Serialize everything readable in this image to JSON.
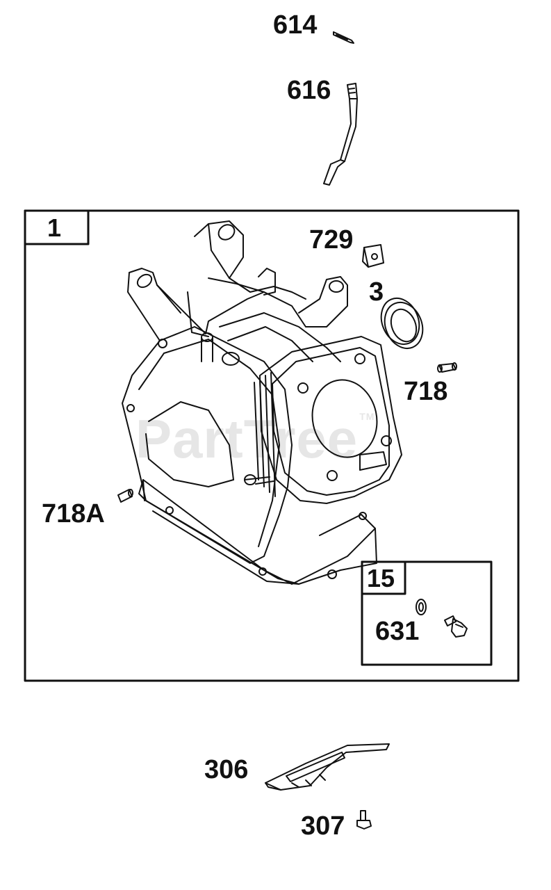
{
  "watermark": {
    "text": "PartTree",
    "mark": "TM"
  },
  "groups": [
    {
      "id": "group-1",
      "label": "1"
    },
    {
      "id": "group-15",
      "label": "15"
    }
  ],
  "callouts": [
    {
      "id": "614",
      "label": "614"
    },
    {
      "id": "616",
      "label": "616"
    },
    {
      "id": "729",
      "label": "729"
    },
    {
      "id": "3",
      "label": "3"
    },
    {
      "id": "718",
      "label": "718"
    },
    {
      "id": "718A",
      "label": "718A"
    },
    {
      "id": "631",
      "label": "631"
    },
    {
      "id": "306",
      "label": "306"
    },
    {
      "id": "307",
      "label": "307"
    }
  ],
  "colors": {
    "line": "#111111",
    "watermark": "#e6e6e6",
    "background": "#ffffff"
  }
}
